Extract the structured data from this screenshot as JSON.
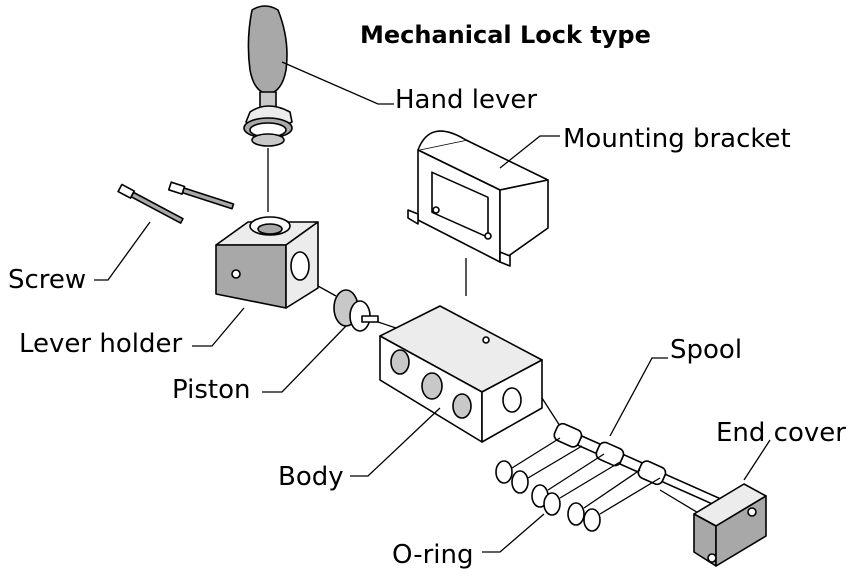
{
  "diagram": {
    "title": "Mechanical Lock type",
    "labels": {
      "hand_lever": "Hand lever",
      "mounting_bracket": "Mounting bracket",
      "screw": "Screw",
      "lever_holder": "Lever holder",
      "piston": "Piston",
      "spool": "Spool",
      "end_cover": "End cover",
      "body": "Body",
      "o_ring": "O-ring"
    }
  }
}
